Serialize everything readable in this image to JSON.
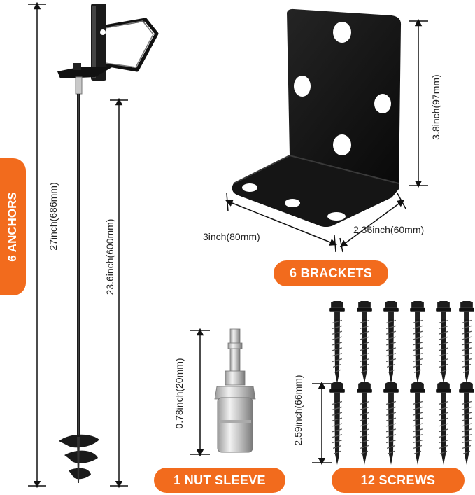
{
  "labels": {
    "anchors": "6 ANCHORS",
    "brackets": "6 BRACKETS",
    "nut_sleeve": "1 NUT SLEEVE",
    "screws": "12 SCREWS"
  },
  "dimensions": {
    "anchor_total": "27inch(686mm)",
    "anchor_shaft": "23.6inch(600mm)",
    "bracket_height": "3.8inch(97mm)",
    "bracket_width": "3inch(80mm)",
    "bracket_depth": "2.36inch(60mm)",
    "sleeve_length": "0.78inch(20mm)",
    "screw_length": "2.59inch(66mm)"
  },
  "colors": {
    "accent": "#f26b1d",
    "metal_dark": "#1a1a1a",
    "line": "#111111"
  },
  "icons": [
    "anchor-illustration",
    "bracket-illustration",
    "nut-sleeve-illustration",
    "screw-icon"
  ]
}
